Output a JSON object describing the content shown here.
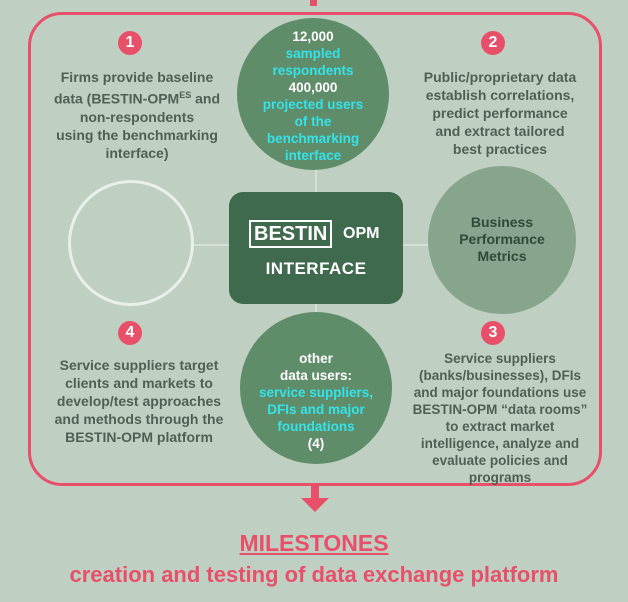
{
  "badges": {
    "b1": "1",
    "b2": "2",
    "b3": "3",
    "b4": "4"
  },
  "step1": {
    "l1": "Firms provide baseline",
    "l2a": "data (BESTIN-OPM",
    "l2sup": "ES",
    "l2b": " and",
    "l3": "non-respondents",
    "l4": "using the benchmarking",
    "l5": "interface)"
  },
  "step2": {
    "l1": "Public/proprietary data",
    "l2": "establish correlations,",
    "l3": "predict  performance",
    "l4": "and extract tailored",
    "l5": "best practices"
  },
  "step3": {
    "l1": "Service suppliers",
    "l2": "(banks/businesses), DFIs",
    "l3": "and major foundations use",
    "l4": "BESTIN-OPM “data rooms”",
    "l5": "to extract market",
    "l6": "intelligence, analyze and",
    "l7": "evaluate policies and",
    "l8": "programs"
  },
  "step4": {
    "l1": "Service suppliers target",
    "l2": "clients and markets to",
    "l3": "develop/test approaches",
    "l4": "and methods through the",
    "l5": "BESTIN-OPM platform"
  },
  "top_circle": {
    "l1": "12,000",
    "l2": "sampled",
    "l3": "respondents",
    "l4": "400,000",
    "l5": "projected users",
    "l6": "of the",
    "l7": "benchmarking",
    "l8": "interface"
  },
  "bottom_circle": {
    "l1": "other",
    "l2": "data users:",
    "l3": "service suppliers,",
    "l4": "DFIs and major",
    "l5": "foundations",
    "l6": "(4)"
  },
  "right_circle": {
    "l1": "Business",
    "l2": "Performance",
    "l3": "Metrics"
  },
  "center": {
    "bestin": "BESTIN",
    "opm": "OPM",
    "interface": "INTERFACE"
  },
  "footer": {
    "milestones": "MILESTONES",
    "subtitle": "creation and testing of data exchange platform"
  },
  "colors": {
    "accent": "#e8506a",
    "circle_dark": "#5f8c69",
    "center_box": "#3f6a4e",
    "cyan_text": "#34e3ea",
    "background": "#bfd0c3"
  }
}
